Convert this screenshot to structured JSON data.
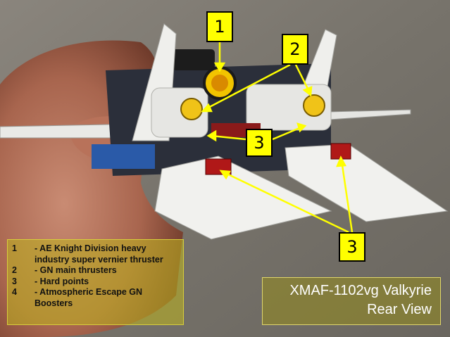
{
  "callouts": {
    "one": "1",
    "two": "2",
    "three_top": "3",
    "three_bottom": "3"
  },
  "legend": {
    "items": [
      {
        "num": "1",
        "text": "- AE Knight Division heavy industry super vernier thruster"
      },
      {
        "num": "2",
        "text": "- GN main thrusters"
      },
      {
        "num": "3",
        "text": "- Hard points"
      },
      {
        "num": "4",
        "text": "- Atmospheric Escape GN Boosters"
      }
    ]
  },
  "title": {
    "line1": "XMAF-1102vg Valkyrie",
    "line2": "Rear View"
  },
  "colors": {
    "callout_fill": "#ffff00",
    "arrow": "#ffff00",
    "legend_fill": "#b4aa20",
    "title_text": "#ffffff"
  }
}
